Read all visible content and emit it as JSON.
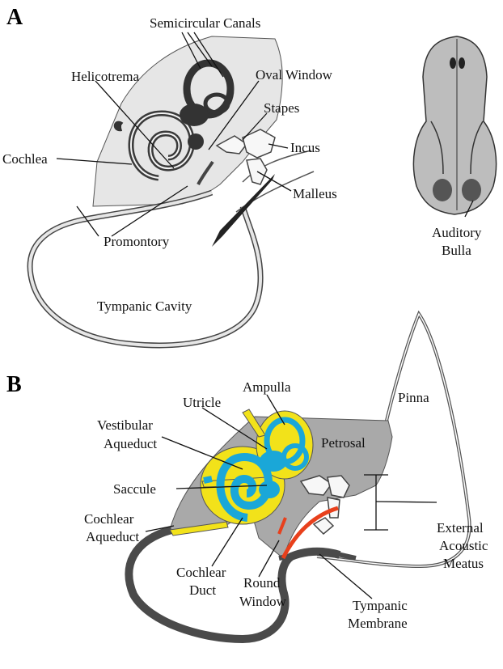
{
  "panels": {
    "a": "A",
    "b": "B"
  },
  "panel_a": {
    "semicircular_canals": "Semicircular Canals",
    "helicotrema": "Helicotrema",
    "oval_window": "Oval Window",
    "stapes": "Stapes",
    "incus": "Incus",
    "cochlea": "Cochlea",
    "malleus": "Malleus",
    "promontory": "Promontory",
    "tympanic_cavity": "Tympanic Cavity",
    "auditory_bulla_line1": "Auditory",
    "auditory_bulla_line2": "Bulla"
  },
  "panel_b": {
    "ampulla": "Ampulla",
    "utricle": "Utricle",
    "pinna": "Pinna",
    "vestibular_aqueduct_line1": "Vestibular",
    "vestibular_aqueduct_line2": "Aqueduct",
    "petrosal": "Petrosal",
    "saccule": "Saccule",
    "cochlear_aqueduct_line1": "Cochlear",
    "cochlear_aqueduct_line2": "Aqueduct",
    "external_acoustic_meatus_line1": "External",
    "external_acoustic_meatus_line2": "Acoustic",
    "external_acoustic_meatus_line3": "Meatus",
    "cochlear_duct_line1": "Cochlear",
    "cochlear_duct_line2": "Duct",
    "round_window_line1": "Round",
    "round_window_line2": "Window",
    "tympanic_membrane_line1": "Tympanic",
    "tympanic_membrane_line2": "Membrane"
  },
  "colors": {
    "bone_a": "#e6e6e6",
    "bone_b": "#a9a9a9",
    "dark": "#3a3a3a",
    "endolymph": "#1aa7d8",
    "perilymph": "#f2e21a",
    "membrane": "#e8401c"
  }
}
